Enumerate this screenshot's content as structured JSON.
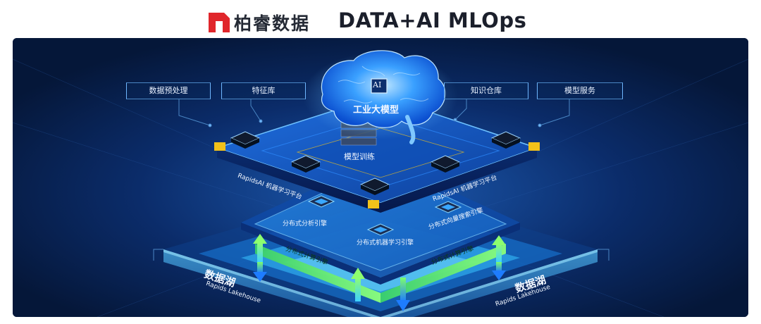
{
  "header": {
    "brand": "柏睿数据",
    "product": "DATA+AI  MLOps"
  },
  "callouts": {
    "preprocess": "数据预处理",
    "feature_store": "特征库",
    "knowledge_base": "知识仓库",
    "model_service": "模型服务"
  },
  "core": {
    "chip_label": "AI",
    "title": "工业大模型",
    "training": "模型训练"
  },
  "platform": {
    "left_label": "RapidsAI 机器学习平台",
    "right_label": "RapidsAI 机器学习平台"
  },
  "engines": {
    "analysis": "分布式分析引擎",
    "ml": "分布式机器学习引擎",
    "vector": "分布式向量搜索引擎",
    "compute_left": "分布式计算引擎",
    "compute_right": "分布式计算引擎"
  },
  "lakehouse": {
    "left_cn": "数据湖",
    "left_en": "Rapids Lakehouse",
    "right_cn": "数据湖",
    "right_en": "Rapids Lakehouse"
  },
  "colors": {
    "panel_bg": "#061b45",
    "accent_blue": "#2f9bff",
    "arrow_green": "#7dff6a",
    "arrow_blue": "#1f84ff",
    "chip_gold": "#f2c21a",
    "brand_red": "#e0262b"
  }
}
